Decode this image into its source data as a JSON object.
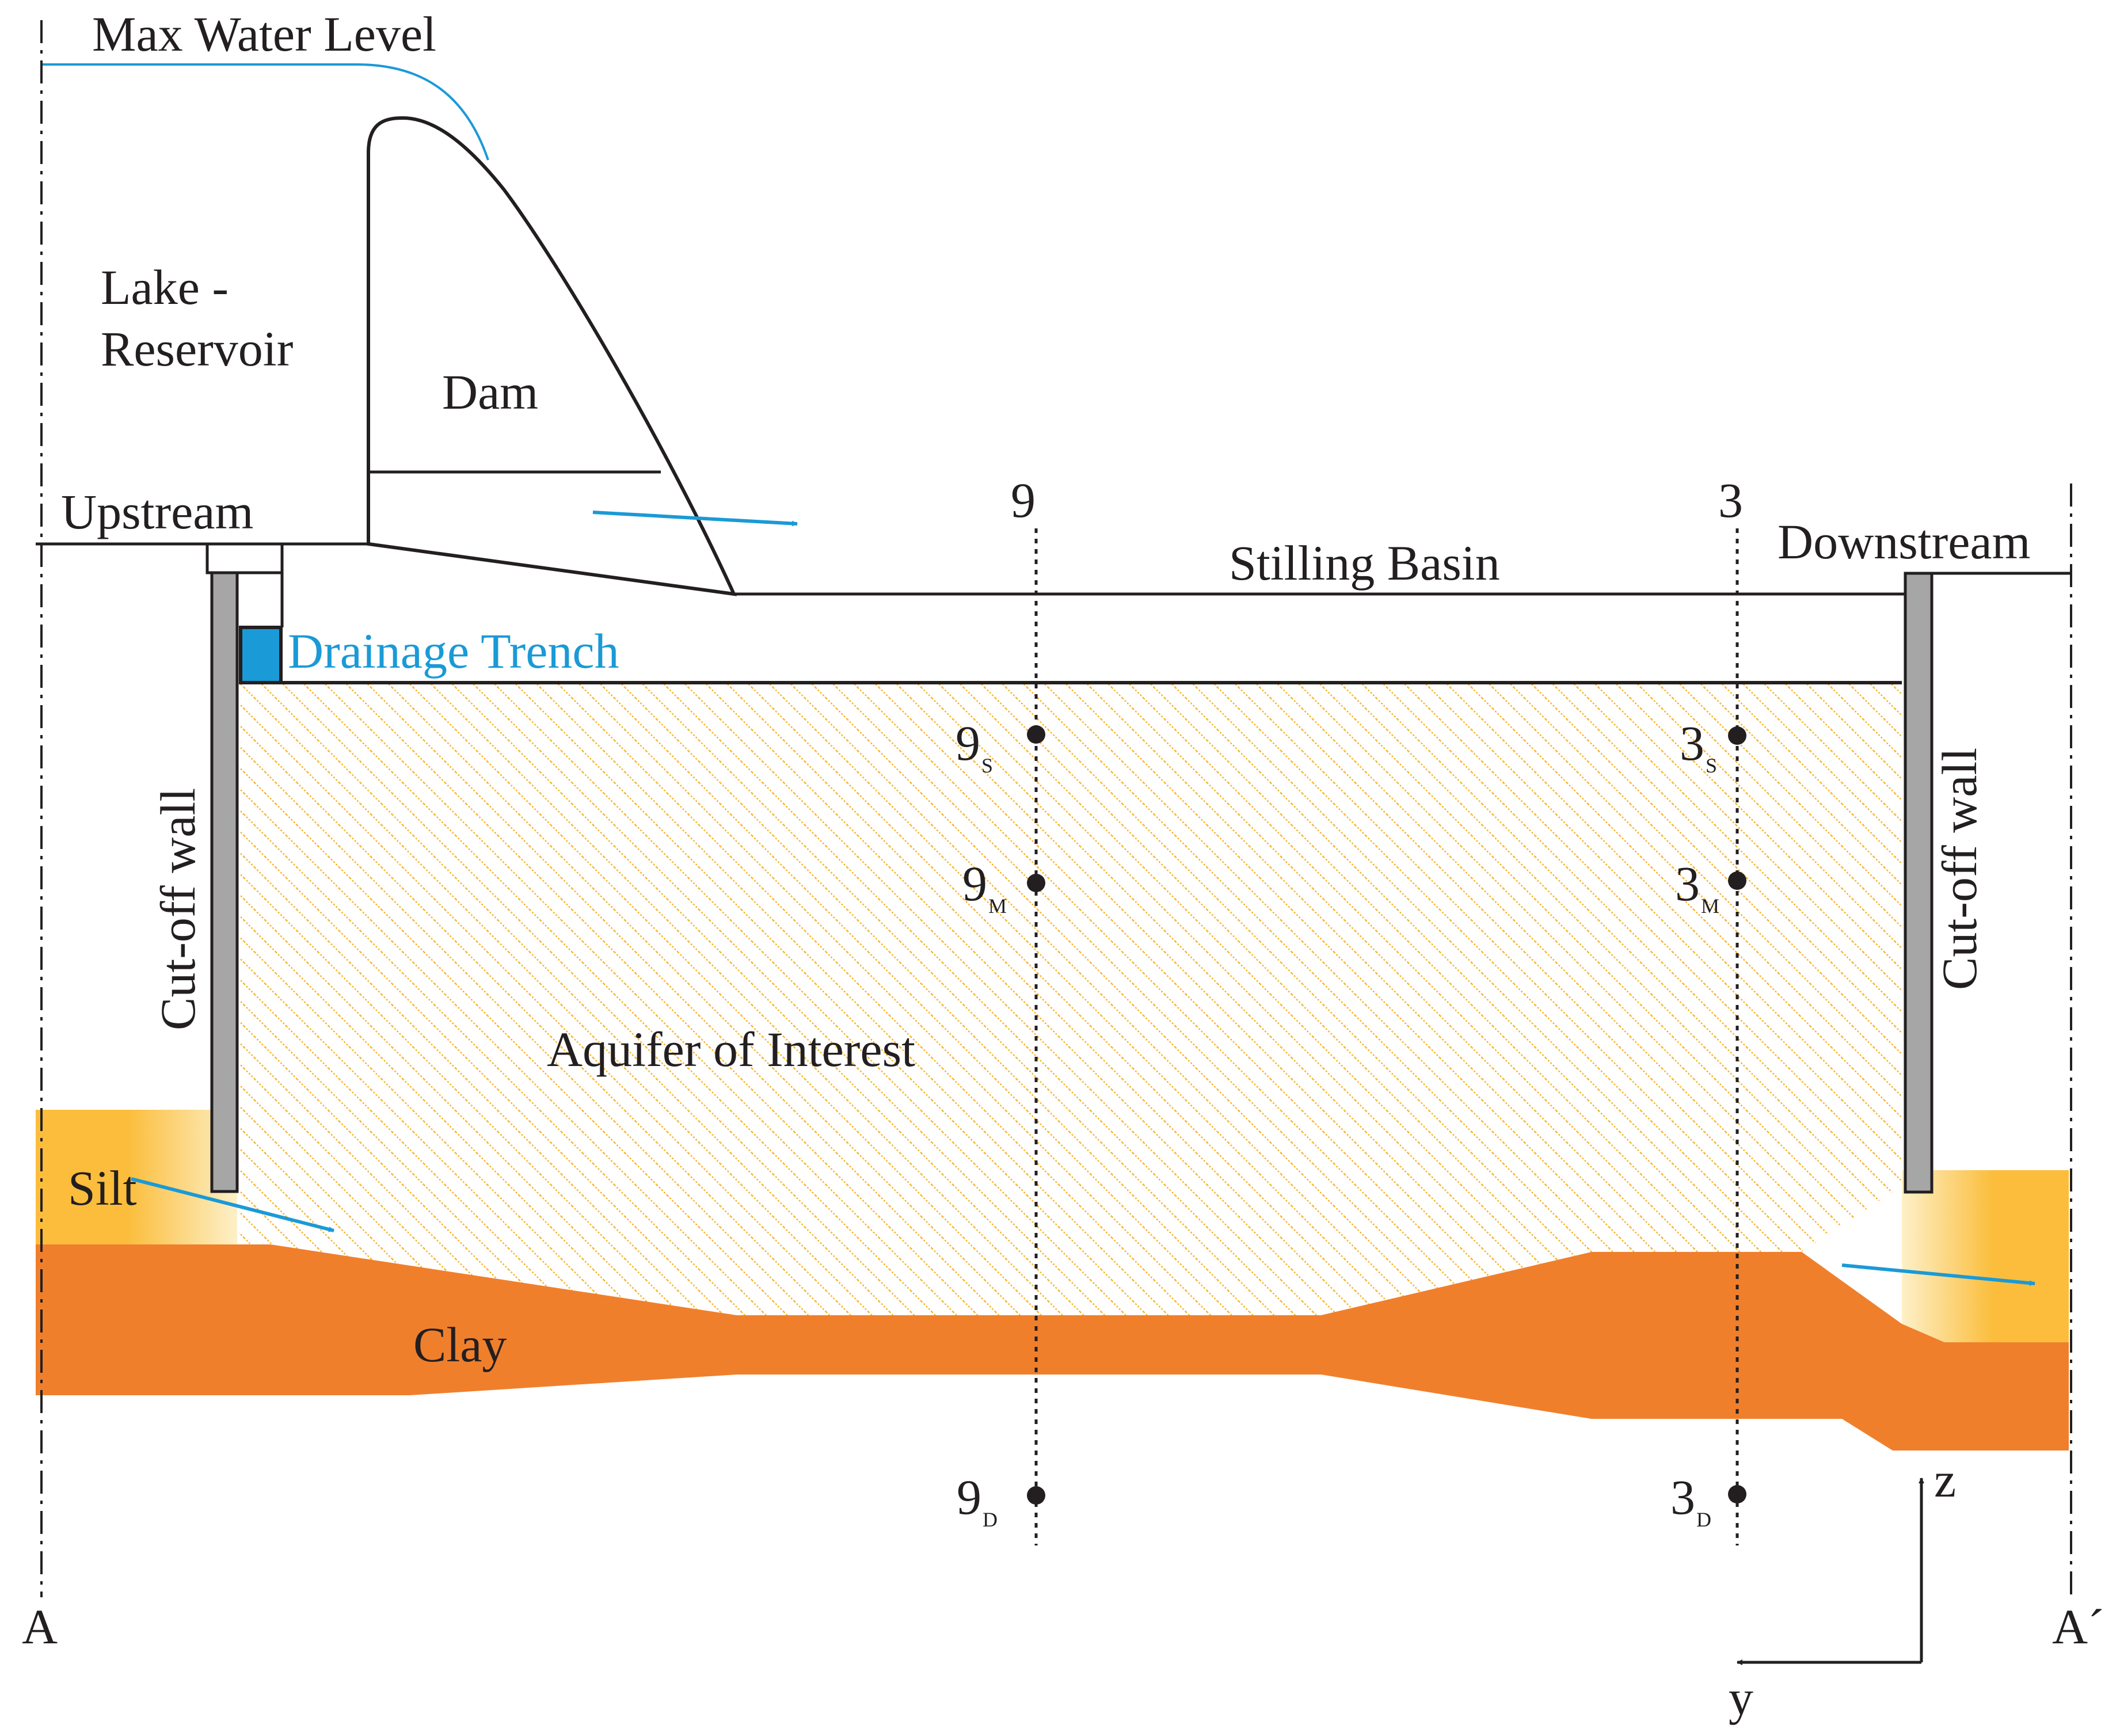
{
  "labels": {
    "max_water_level": "Max Water Level",
    "lake_line1": "Lake -",
    "lake_line2": "Reservoir",
    "dam": "Dam",
    "upstream": "Upstream",
    "downstream": "Downstream",
    "stilling_basin": "Stilling Basin",
    "drainage_trench": "Drainage Trench",
    "cutoff_wall_left": "Cut-off wall",
    "cutoff_wall_right": "Cut-off wall",
    "aquifer": "Aquifer of Interest",
    "silt": "Silt",
    "clay": "Clay",
    "section_start": "A",
    "section_end": "A´",
    "axis_z": "z",
    "axis_y": "y"
  },
  "wells": [
    {
      "id": "9",
      "points": [
        {
          "num": "9",
          "sub": "S"
        },
        {
          "num": "9",
          "sub": "M"
        },
        {
          "num": "9",
          "sub": "D"
        }
      ]
    },
    {
      "id": "3",
      "points": [
        {
          "num": "3",
          "sub": "S"
        },
        {
          "num": "3",
          "sub": "M"
        },
        {
          "num": "3",
          "sub": "D"
        }
      ]
    }
  ],
  "colors": {
    "clay": "#f07f2c",
    "silt": "#fbbd3b",
    "aquifer_hatch": "#f7b632",
    "water": "#1a9ad6",
    "wall": "#a6a6a6",
    "line": "#231f20"
  }
}
